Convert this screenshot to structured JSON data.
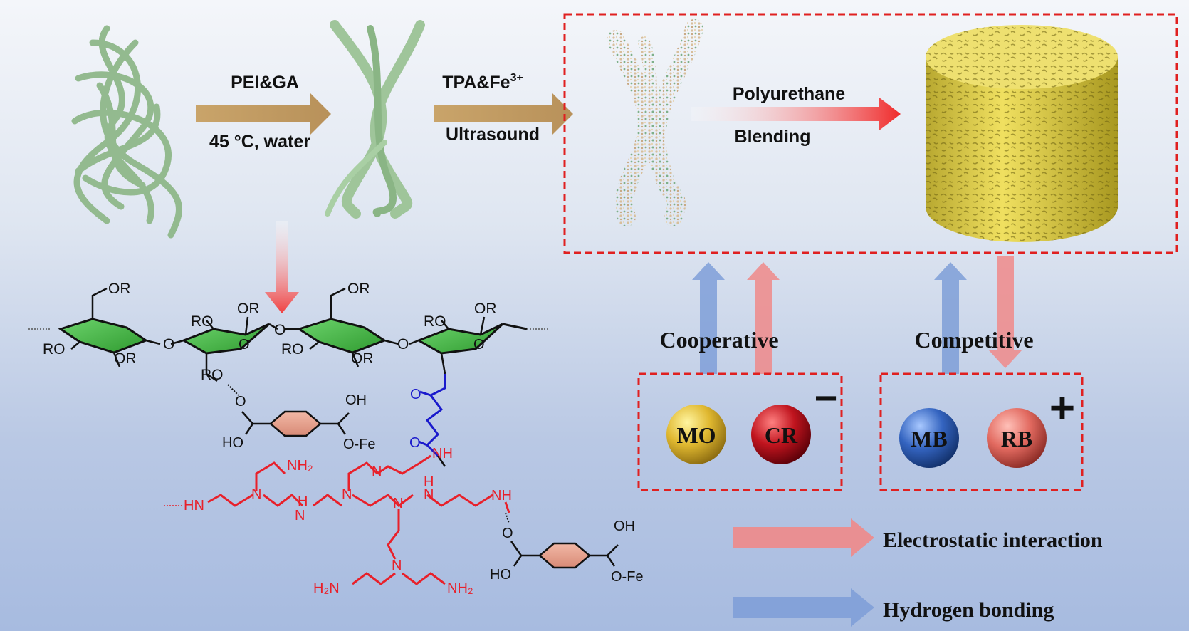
{
  "steps": {
    "step1_top": "PEI&GA",
    "step1_bottom": "45 °C, water",
    "step2_top_base": "TPA&Fe",
    "step2_top_sup": "3+",
    "step2_bottom": "Ultrasound",
    "step3_top": "Polyurethane",
    "step3_bottom": "Blending"
  },
  "mechanisms": {
    "cooperative": "Cooperative",
    "competitive": "Competitive"
  },
  "dyes": {
    "mo": "MO",
    "cr": "CR",
    "mb": "MB",
    "rb": "RB",
    "anionic_sign": "−",
    "cationic_sign": "+"
  },
  "legend": {
    "electrostatic": "Electrostatic interaction",
    "hydrogen": "Hydrogen bonding"
  },
  "structure": {
    "or": "OR",
    "ro": "RO",
    "o": "O",
    "oh": "OH",
    "ho": "HO",
    "ofe": "O-Fe",
    "nh": "NH",
    "hn": "HN",
    "n": "N",
    "h": "H",
    "nh2": "NH₂",
    "h2n": "H₂N"
  },
  "colors": {
    "process_arrow": "#c9a46a",
    "electrostatic": "#f08a8a",
    "hydrogen": "#7f9fd8",
    "dashed_box": "#e02020",
    "pei": "#e8202a",
    "linker": "#1a1acc",
    "fiber": "#8fb88a",
    "sponge": "#e6d655",
    "mo": "#d9b030",
    "cr": "#b5121b",
    "mb": "#2f5fb8",
    "rb": "#e0605a"
  }
}
